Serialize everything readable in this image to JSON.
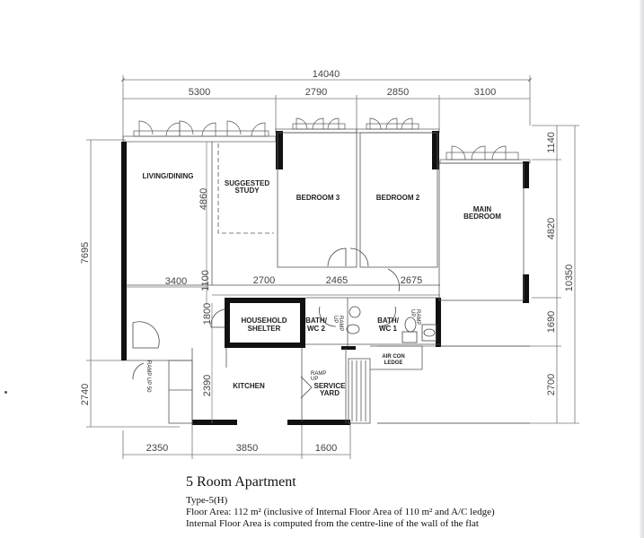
{
  "plan": {
    "dimensions_top": {
      "overall": "14040",
      "segments": [
        "5300",
        "2790",
        "2850",
        "3100"
      ]
    },
    "dimensions_left": {
      "upper": "7695",
      "lower": "2740"
    },
    "dimensions_right": {
      "segments": [
        "1140",
        "4820",
        "1690",
        "2700"
      ],
      "overall": "10350"
    },
    "dimensions_bottom": {
      "segments": [
        "2350",
        "3850",
        "1600"
      ]
    },
    "dimensions_interior": {
      "study_height": "4860",
      "living_width": "3400",
      "corridor": "1100",
      "shelter_width": "2700",
      "bath2_width": "2465",
      "bath1_width": "2675",
      "shelter_height": "1800",
      "kitchen_height": "2390"
    },
    "rooms": {
      "living_dining": "LIVING/DINING",
      "study_line1": "SUGGESTED",
      "study_line2": "STUDY",
      "bedroom3": "BEDROOM 3",
      "bedroom2": "BEDROOM 2",
      "main_bedroom_line1": "MAIN",
      "main_bedroom_line2": "BEDROOM",
      "shelter_line1": "HOUSEHOLD",
      "shelter_line2": "SHELTER",
      "bath2_line1": "BATH/",
      "bath2_line2": "WC 2",
      "bath1_line1": "BATH/",
      "bath1_line2": "WC 1",
      "kitchen": "KITCHEN",
      "service_yard_line1": "SERVICE",
      "service_yard_line2": "YARD",
      "aircon_line1": "AIR CON",
      "aircon_line2": "LEDGE"
    },
    "annotations": {
      "ramp_up": "RAMP",
      "up": "UP",
      "ramp_up_50": "RAMP UP 50"
    }
  },
  "caption": {
    "title": "5 Room Apartment",
    "type": "Type-5(H)",
    "floor_area": "Floor Area: 112 m² (inclusive of Internal Floor Area of 110 m² and A/C ledge)",
    "note": "Internal Floor Area is computed from the centre-line of the wall of the flat"
  }
}
